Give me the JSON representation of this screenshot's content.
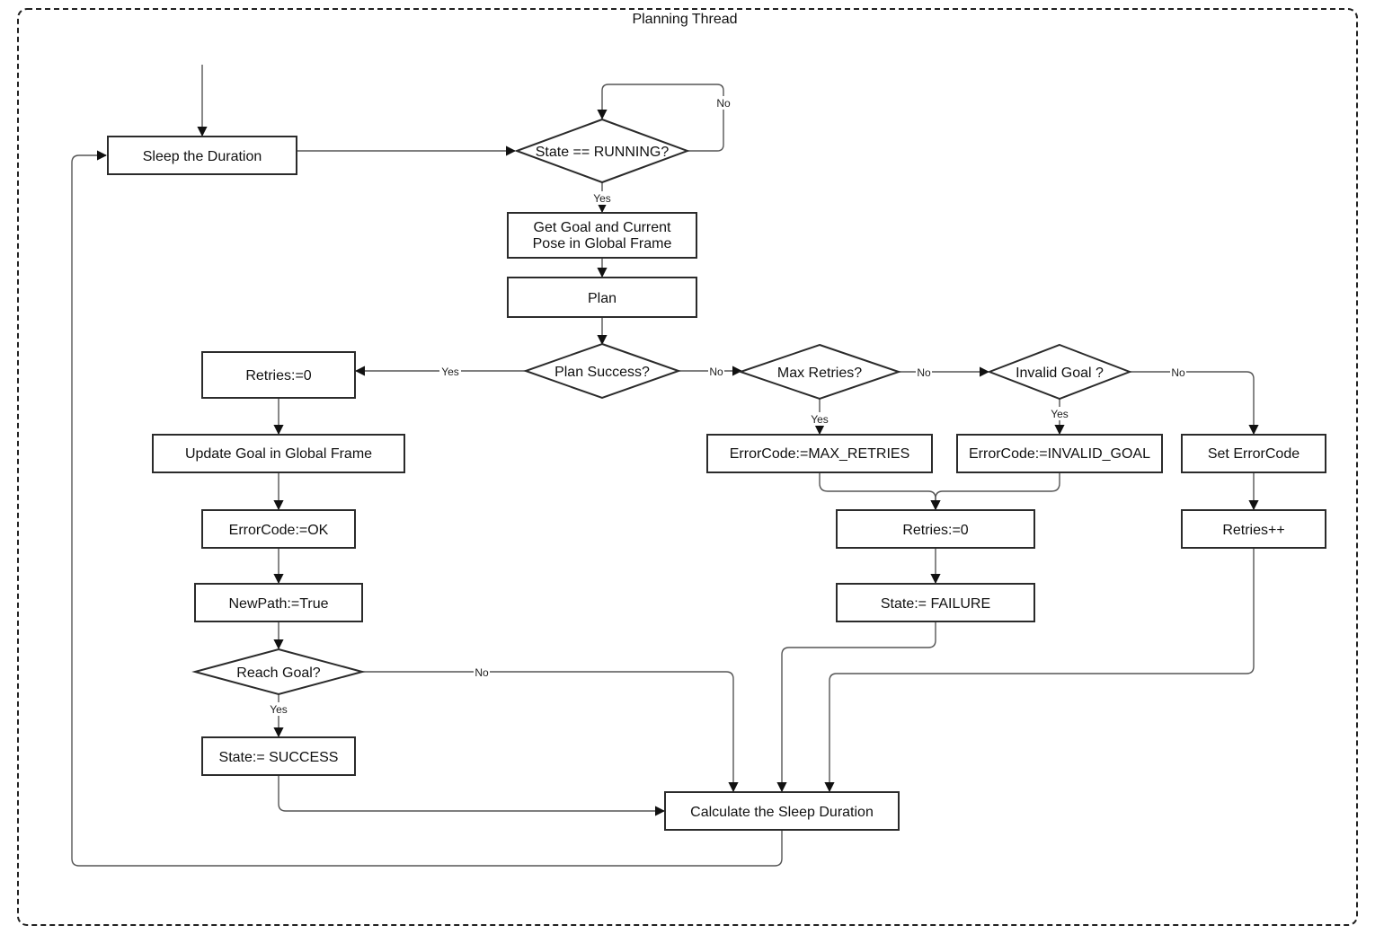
{
  "title": "Planning Thread",
  "nodes": {
    "sleep": "Sleep the Duration",
    "state_running": "State == RUNNING?",
    "get_goal_1": "Get Goal and Current",
    "get_goal_2": "Pose in Global Frame",
    "plan": "Plan",
    "plan_success": "Plan Success?",
    "retries_zero_left": "Retries:=0",
    "update_goal": "Update Goal in Global Frame",
    "errorcode_ok": "ErrorCode:=OK",
    "newpath": "NewPath:=True",
    "reach_goal": "Reach Goal?",
    "state_success": "State:= SUCCESS",
    "max_retries": "Max Retries?",
    "invalid_goal": "Invalid Goal ?",
    "errorcode_max": "ErrorCode:=MAX_RETRIES",
    "errorcode_invalid": "ErrorCode:=INVALID_GOAL",
    "set_errorcode": "Set ErrorCode",
    "retries_zero_mid": "Retries:=0",
    "state_failure": "State:= FAILURE",
    "retries_inc": "Retries++",
    "calc_sleep": "Calculate the Sleep Duration"
  },
  "edge_labels": {
    "running_no": "No",
    "running_yes": "Yes",
    "plan_yes": "Yes",
    "plan_no": "No",
    "max_no": "No",
    "max_yes": "Yes",
    "invalid_no": "No",
    "invalid_yes": "Yes",
    "reach_no": "No",
    "reach_yes": "Yes"
  }
}
